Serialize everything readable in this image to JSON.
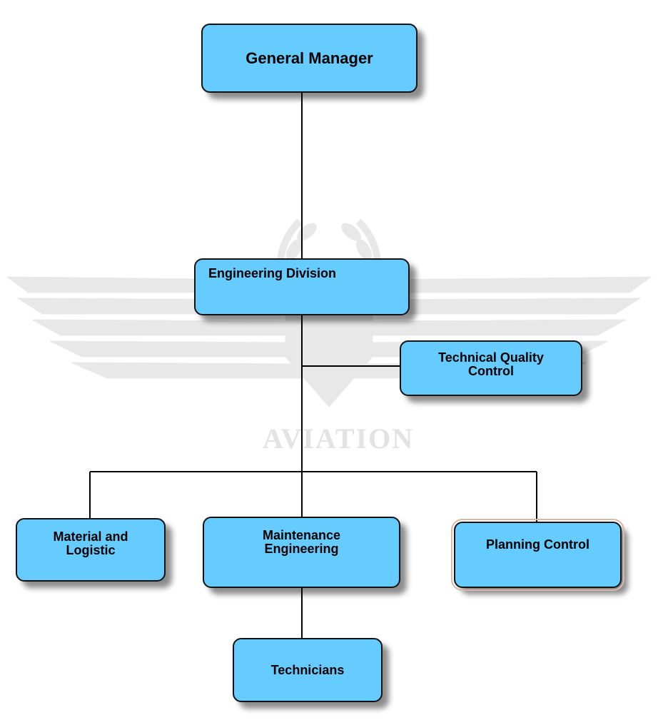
{
  "diagram": {
    "watermark": {
      "text": "AVIATION"
    },
    "nodes": {
      "general_manager": {
        "label": "General Manager"
      },
      "engineering_division": {
        "label": "Engineering Division"
      },
      "technical_quality_control": {
        "label_line1": "Technical Quality",
        "label_line2": "Control"
      },
      "material_logistic": {
        "label_line1": "Material and",
        "label_line2": "Logistic"
      },
      "maintenance_engineering": {
        "label_line1": "Maintenance",
        "label_line2": "Engineering"
      },
      "planning_control": {
        "label": "Planning Control"
      },
      "technicians": {
        "label": "Technicians"
      }
    },
    "colors": {
      "box_fill": "#66ccff",
      "box_border": "#111111",
      "connector": "#000000",
      "watermark": "#e6e6e6"
    }
  }
}
